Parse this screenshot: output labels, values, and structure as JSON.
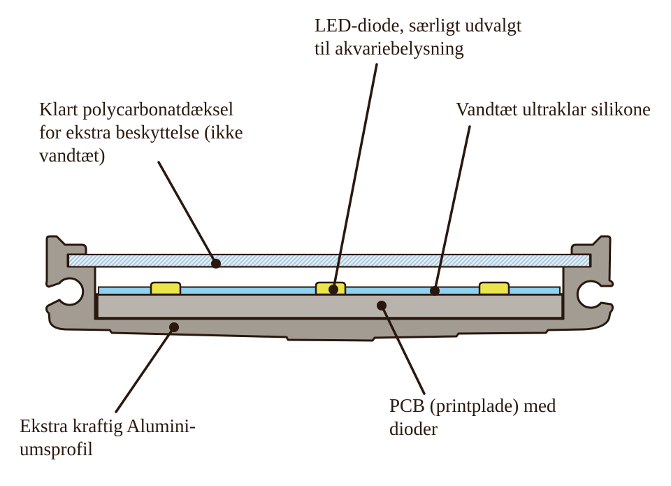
{
  "colors": {
    "background": "#ffffff",
    "outline": "#2a180e",
    "text": "#2a180e",
    "aluminum": "#a29c93",
    "pcb": "#b8b4ad",
    "silicone": "#8fd1f0",
    "led": "#e9e54a",
    "cover_fill": "#e3eff8",
    "cover_hatch": "#a9c8dc"
  },
  "labels": {
    "led": {
      "lines": [
        "LED-diode, særligt udvalgt",
        "til akvariebelysning"
      ]
    },
    "cover": {
      "lines": [
        "Klart polycarbonatdæksel",
        "for ekstra beskyttelse (ikke",
        "vandtæt)"
      ]
    },
    "silicone": {
      "lines": [
        "Vandtæt ultraklar silikone"
      ]
    },
    "aluminum": {
      "lines": [
        "Ekstra kraftig Alumini-",
        "umsprofil"
      ]
    },
    "pcb": {
      "lines": [
        "PCB (printplade) med",
        "dioder"
      ]
    }
  }
}
